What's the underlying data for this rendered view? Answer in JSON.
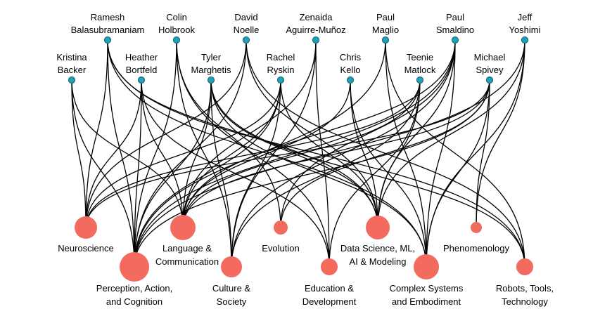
{
  "colors": {
    "faculty_node": "#1fa3bd",
    "topic_node": "#f26b5e",
    "edge": "#000000"
  },
  "faculty": [
    {
      "id": "ramesh",
      "lines": [
        "Ramesh",
        "Balasubramaniam"
      ]
    },
    {
      "id": "colin",
      "lines": [
        "Colin",
        "Holbrook"
      ]
    },
    {
      "id": "david",
      "lines": [
        "David",
        "Noelle"
      ]
    },
    {
      "id": "zenaida",
      "lines": [
        "Zenaida",
        "Aguirre-Muñoz"
      ]
    },
    {
      "id": "paulm",
      "lines": [
        "Paul",
        "Maglio"
      ]
    },
    {
      "id": "pauls",
      "lines": [
        "Paul",
        "Smaldino"
      ]
    },
    {
      "id": "jeff",
      "lines": [
        "Jeff",
        "Yoshimi"
      ]
    },
    {
      "id": "kristina",
      "lines": [
        "Kristina",
        "Backer"
      ]
    },
    {
      "id": "heather",
      "lines": [
        "Heather",
        "Bortfeld"
      ]
    },
    {
      "id": "tyler",
      "lines": [
        "Tyler",
        "Marghetis"
      ]
    },
    {
      "id": "rachel",
      "lines": [
        "Rachel",
        "Ryskin"
      ]
    },
    {
      "id": "chris",
      "lines": [
        "Chris",
        "Kello"
      ]
    },
    {
      "id": "teenie",
      "lines": [
        "Teenie",
        "Matlock"
      ]
    },
    {
      "id": "michael",
      "lines": [
        "Michael",
        "Spivey"
      ]
    }
  ],
  "topics": [
    {
      "id": "neuro",
      "lines": [
        "Neuroscience"
      ],
      "degree": 8
    },
    {
      "id": "perception",
      "lines": [
        "Perception, Action,",
        "and Cognition"
      ],
      "degree": 12
    },
    {
      "id": "language",
      "lines": [
        "Language &",
        "Communication"
      ],
      "degree": 9
    },
    {
      "id": "culture",
      "lines": [
        "Culture &",
        "Society"
      ],
      "degree": 7
    },
    {
      "id": "evolution",
      "lines": [
        "Evolution"
      ],
      "degree": 4
    },
    {
      "id": "education",
      "lines": [
        "Education &",
        "Development"
      ],
      "degree": 5
    },
    {
      "id": "datasci",
      "lines": [
        "Data Science, ML,",
        "AI & Modeling"
      ],
      "degree": 9
    },
    {
      "id": "complex",
      "lines": [
        "Complex Systems",
        "and Embodiment"
      ],
      "degree": 8
    },
    {
      "id": "phenom",
      "lines": [
        "Phenomenology"
      ],
      "degree": 3
    },
    {
      "id": "robots",
      "lines": [
        "Robots, Tools,",
        "Technology"
      ],
      "degree": 5
    }
  ],
  "edges": [
    [
      "ramesh",
      "neuro"
    ],
    [
      "ramesh",
      "perception"
    ],
    [
      "ramesh",
      "datasci"
    ],
    [
      "ramesh",
      "complex"
    ],
    [
      "ramesh",
      "robots"
    ],
    [
      "colin",
      "perception"
    ],
    [
      "colin",
      "culture"
    ],
    [
      "colin",
      "evolution"
    ],
    [
      "colin",
      "education"
    ],
    [
      "david",
      "neuro"
    ],
    [
      "david",
      "perception"
    ],
    [
      "david",
      "datasci"
    ],
    [
      "david",
      "robots"
    ],
    [
      "zenaida",
      "language"
    ],
    [
      "zenaida",
      "culture"
    ],
    [
      "zenaida",
      "education"
    ],
    [
      "paulm",
      "perception"
    ],
    [
      "paulm",
      "complex"
    ],
    [
      "paulm",
      "robots"
    ],
    [
      "pauls",
      "perception"
    ],
    [
      "pauls",
      "language"
    ],
    [
      "pauls",
      "culture"
    ],
    [
      "pauls",
      "evolution"
    ],
    [
      "pauls",
      "datasci"
    ],
    [
      "pauls",
      "complex"
    ],
    [
      "jeff",
      "perception"
    ],
    [
      "jeff",
      "datasci"
    ],
    [
      "jeff",
      "complex"
    ],
    [
      "jeff",
      "phenom"
    ],
    [
      "kristina",
      "neuro"
    ],
    [
      "kristina",
      "perception"
    ],
    [
      "kristina",
      "language"
    ],
    [
      "heather",
      "neuro"
    ],
    [
      "heather",
      "perception"
    ],
    [
      "heather",
      "language"
    ],
    [
      "heather",
      "education"
    ],
    [
      "tyler",
      "perception"
    ],
    [
      "tyler",
      "language"
    ],
    [
      "tyler",
      "culture"
    ],
    [
      "tyler",
      "datasci"
    ],
    [
      "tyler",
      "complex"
    ],
    [
      "tyler",
      "robots"
    ],
    [
      "rachel",
      "neuro"
    ],
    [
      "rachel",
      "perception"
    ],
    [
      "rachel",
      "language"
    ],
    [
      "rachel",
      "culture"
    ],
    [
      "rachel",
      "datasci"
    ],
    [
      "chris",
      "language"
    ],
    [
      "chris",
      "datasci"
    ],
    [
      "chris",
      "complex"
    ],
    [
      "teenie",
      "neuro"
    ],
    [
      "teenie",
      "language"
    ],
    [
      "teenie",
      "culture"
    ],
    [
      "teenie",
      "education"
    ],
    [
      "teenie",
      "datasci"
    ],
    [
      "michael",
      "neuro"
    ],
    [
      "michael",
      "perception"
    ],
    [
      "michael",
      "language"
    ],
    [
      "michael",
      "evolution"
    ],
    [
      "michael",
      "complex"
    ],
    [
      "michael",
      "phenom"
    ]
  ]
}
